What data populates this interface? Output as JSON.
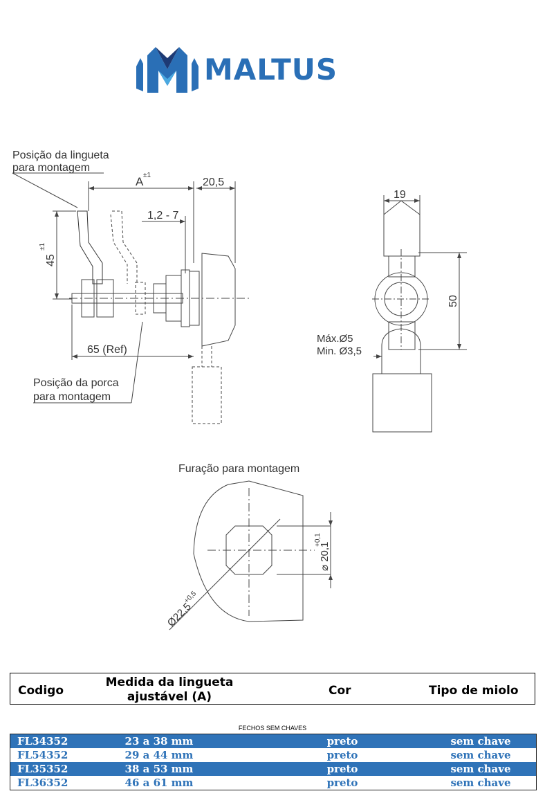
{
  "logo": {
    "brand": "MALTUS",
    "colors": {
      "primary": "#2a6fb6",
      "dark": "#1d3a75",
      "light": "#4aa8e0"
    }
  },
  "drawing": {
    "labels": {
      "tongue_position_1": "Posição da lingueta",
      "tongue_position_2": "para montagem",
      "dim_a": "A",
      "dim_a_tol": "±1",
      "dim_205": "20,5",
      "dim_127": "1,2 - 7",
      "dim_45": "45",
      "dim_45_tol": "±1",
      "dim_65": "65 (Ref)",
      "nut_position_1": "Posição da porca",
      "nut_position_2": "para montagem",
      "dim_19": "19",
      "dim_50": "50",
      "max_d": "Máx.Ø5",
      "min_d": "Min. Ø3,5",
      "hole_title": "Furação para montagem",
      "dim_201": "⌀ 20,1",
      "dim_201_tol": "+0,1",
      "dim_225": "Ø22,5",
      "dim_225_tol": "+0,5"
    }
  },
  "table": {
    "headers": {
      "code": "Codigo",
      "size_1": "Medida da lingueta",
      "size_2": "ajustável (A)",
      "color": "Cor",
      "type": "Tipo de miolo"
    },
    "group_title": "FECHOS SEM CHAVES",
    "rows": [
      {
        "code": "FL34352",
        "size": "23 a 38 mm",
        "color": "preto",
        "type": "sem chave"
      },
      {
        "code": "FL54352",
        "size": "29 a 44 mm",
        "color": "preto",
        "type": "sem chave"
      },
      {
        "code": "FL35352",
        "size": "38 a 53 mm",
        "color": "preto",
        "type": "sem chave"
      },
      {
        "code": "FL36352",
        "size": "46 a 61 mm",
        "color": "preto",
        "type": "sem chave"
      }
    ]
  }
}
